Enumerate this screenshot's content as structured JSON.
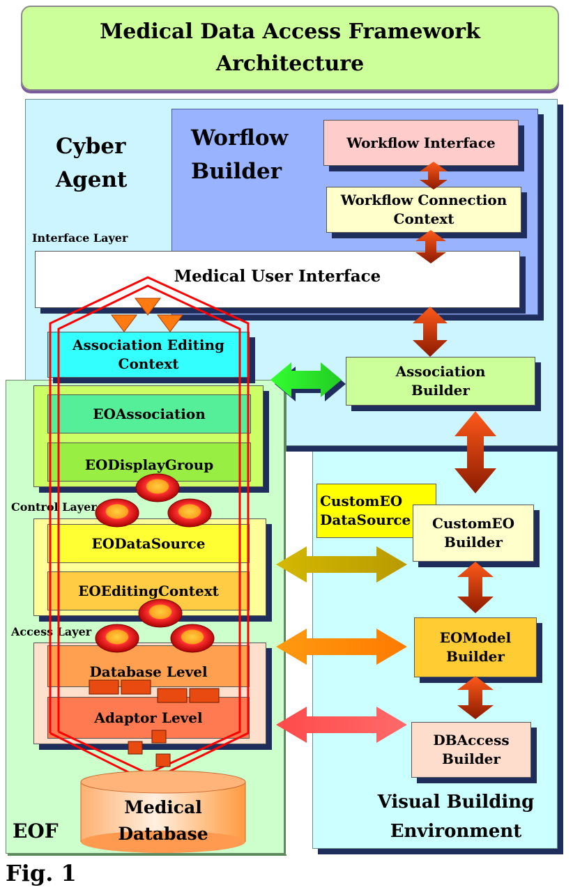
{
  "title": {
    "line1": "Medical Data Access Framework",
    "line2": "Architecture"
  },
  "cyber_agent": {
    "line1": "Cyber",
    "line2": "Agent"
  },
  "workflow_builder": {
    "line1": "Worflow",
    "line2": "Builder"
  },
  "workflow_interface": "Workflow Interface",
  "workflow_connection_context": {
    "line1": "Workflow Connection",
    "line2": "Context"
  },
  "interface_layer_label": "Interface Layer",
  "medical_user_interface": "Medical User Interface",
  "association_editing_context": {
    "line1": "Association Editing",
    "line2": "Context"
  },
  "association_builder": {
    "line1": "Association",
    "line2": "Builder"
  },
  "eo_association": "EOAssociation",
  "eo_display_group": "EODisplayGroup",
  "control_layer_label": "Control Layer",
  "custom_eo_datasource": {
    "line1": "CustomEO",
    "line2": "DataSource"
  },
  "custom_eo_builder": {
    "line1": "CustomEO",
    "line2": "Builder"
  },
  "eo_datasource": "EODataSource",
  "eo_editing_context": "EOEditingContext",
  "access_layer_label": "Access Layer",
  "eo_model_builder": {
    "line1": "EOModel",
    "line2": "Builder"
  },
  "database_level": "Database Level",
  "adaptor_level": "Adaptor Level",
  "dbaccess_builder": {
    "line1": "DBAccess",
    "line2": "Builder"
  },
  "medical_database": {
    "line1": "Medical",
    "line2": "Database"
  },
  "eof_label": "EOF",
  "visual_building_environment": {
    "line1": "Visual Building",
    "line2": "Environment"
  },
  "figure_caption": "Fig. 1",
  "colors": {
    "title_bg": "#ccff99",
    "cyber_agent_bg": "#ccf5ff",
    "workflow_builder_bg": "#99b3ff",
    "eof_bg": "#ccffcc",
    "visual_env_bg": "#ccffff",
    "flow_outline": "#ff0000"
  }
}
